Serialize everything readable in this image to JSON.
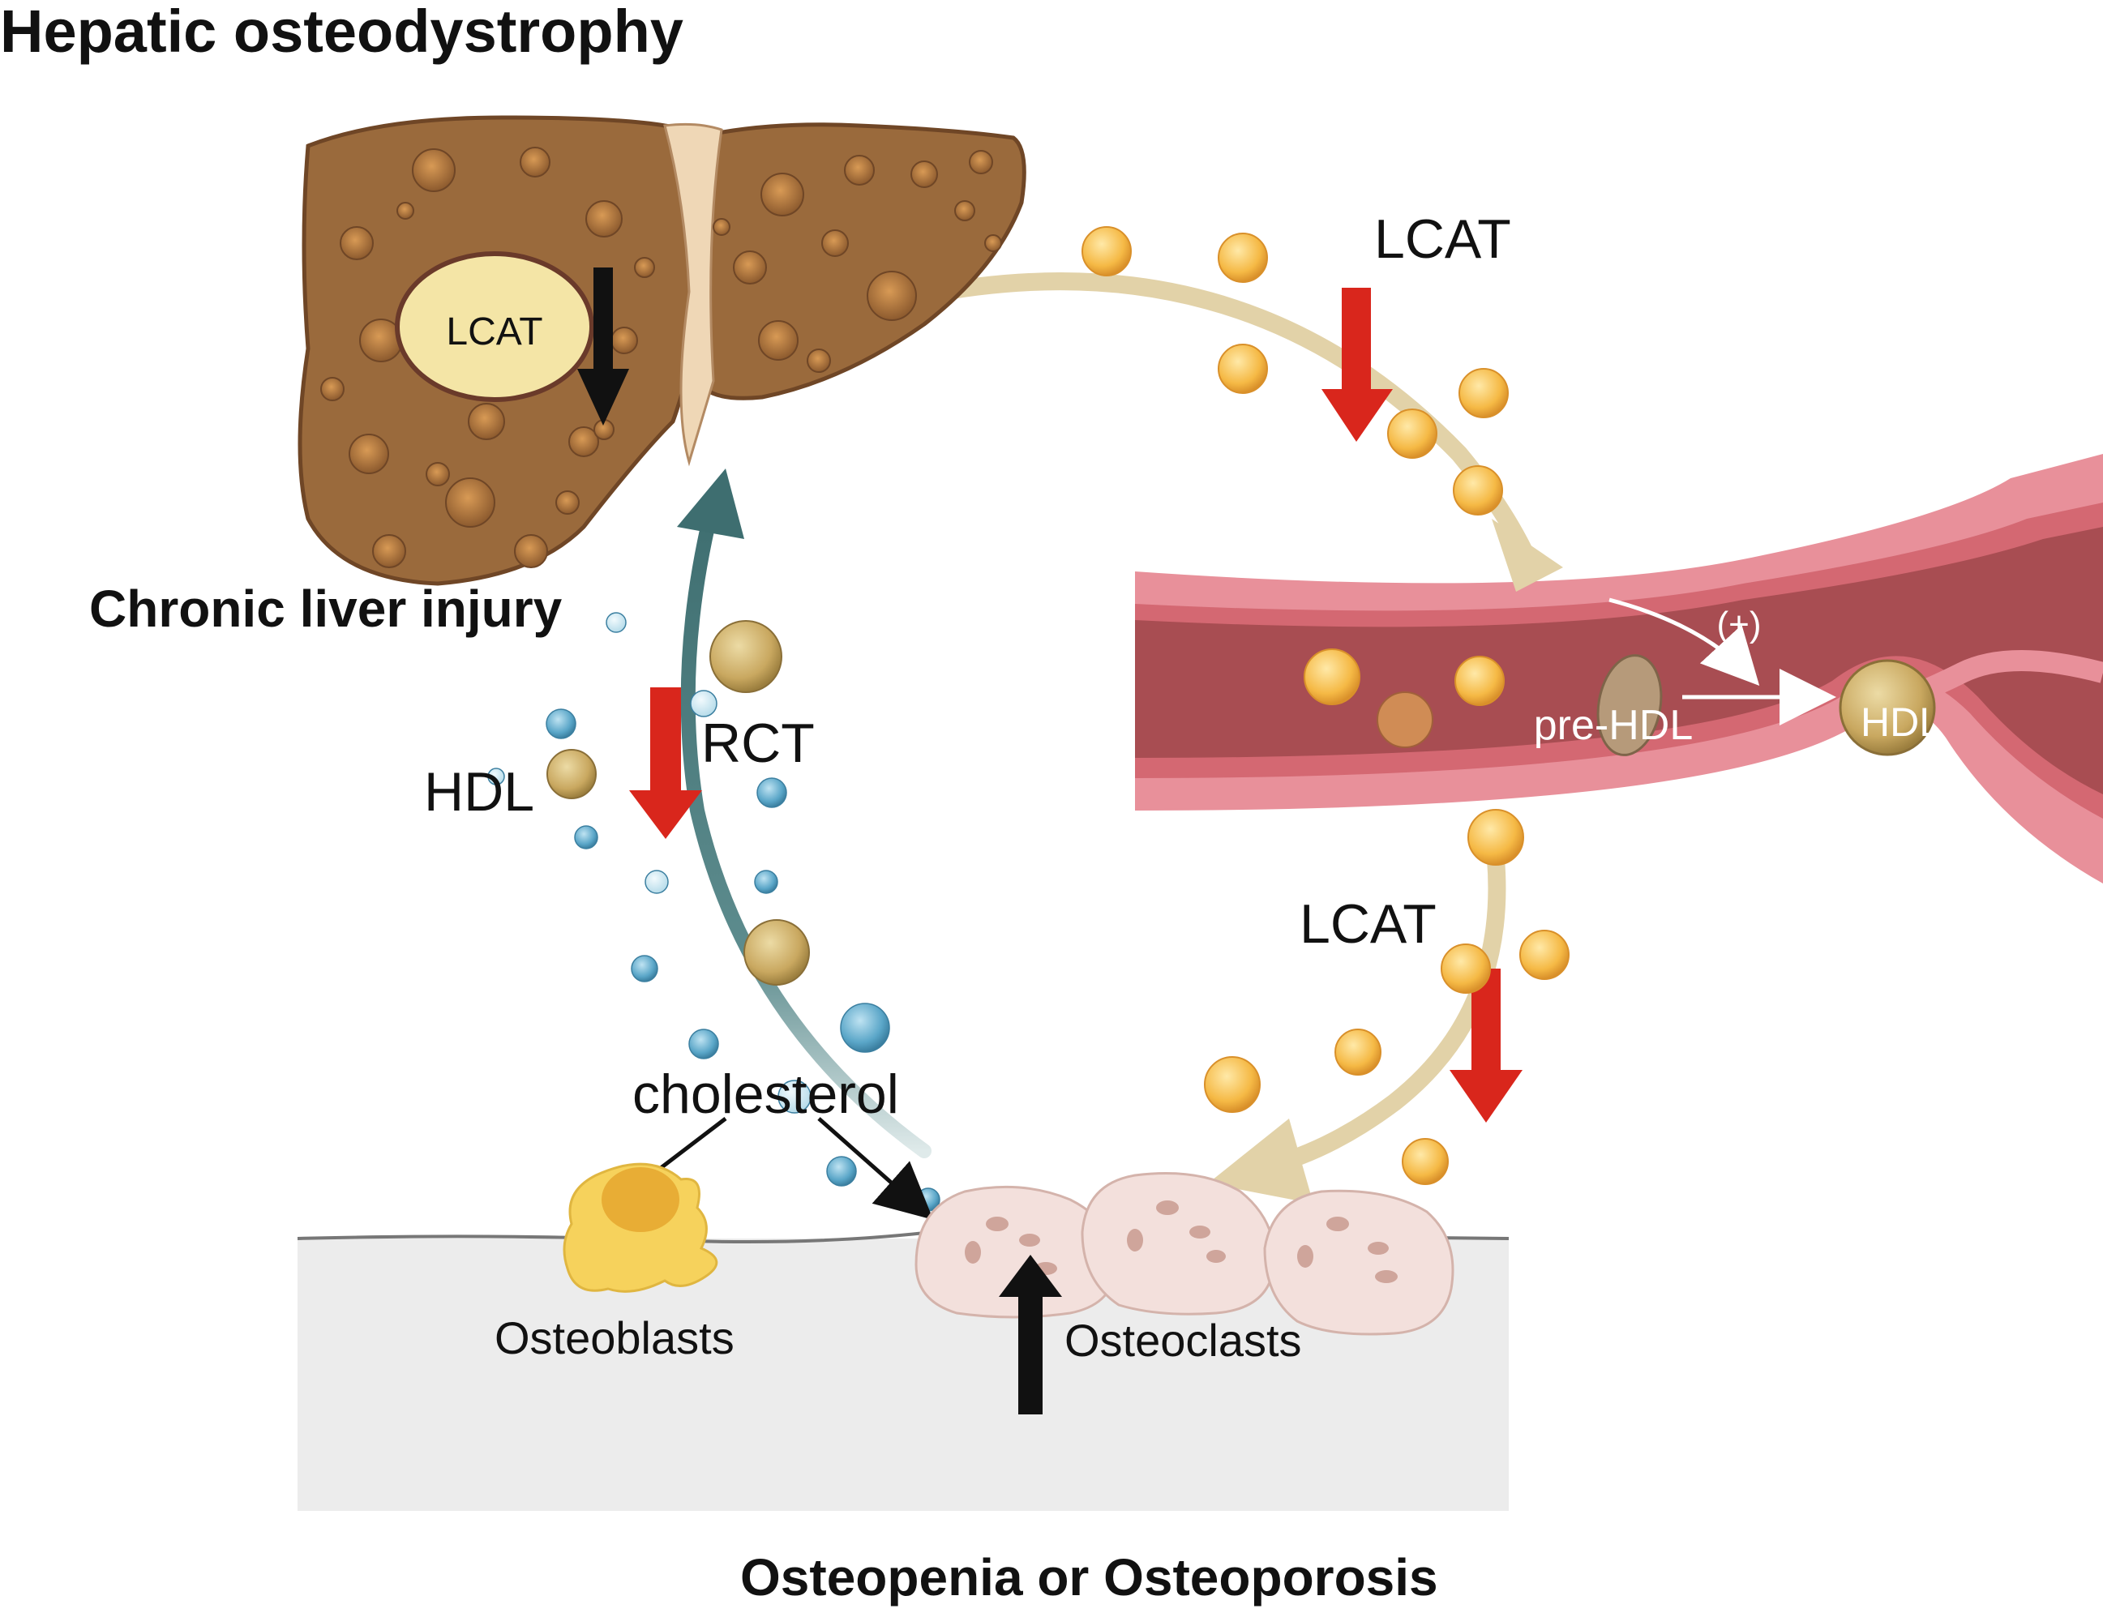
{
  "title": "Hepatic osteodystrophy",
  "liver": {
    "caption": "Chronic liver injury",
    "enzyme_label": "LCAT"
  },
  "circulation": {
    "lcat_top": "LCAT",
    "lcat_right": "LCAT",
    "pre_hdl": "pre-HDL",
    "hdl_vessel": "HDL",
    "plus_sign": "(+)"
  },
  "rct": {
    "hdl_label": "HDL",
    "rct_label": "RCT",
    "cholesterol": "cholesterol"
  },
  "bone": {
    "osteoblasts": "Osteoblasts",
    "osteoclasts": "Osteoclasts",
    "outcome": "Osteopenia or Osteoporosis"
  },
  "colors": {
    "liver": "#9a6a3c",
    "liver_dark": "#6f4626",
    "lcat_fill": "#f4e5a6",
    "red_arrow": "#d9261c",
    "teal_arrow": "#3e6e70",
    "beige_arrow": "#e2d2a8",
    "vessel_outer": "#e8909a",
    "vessel_lumen": "#a84d52",
    "orange_particle": "#f5b945",
    "blue_particle": "#5aa6c8",
    "hdl_particle": "#c9a860",
    "bone": "#ececec",
    "osteoblast": "#f6d25c",
    "osteoclast": "#f3e0dc"
  }
}
